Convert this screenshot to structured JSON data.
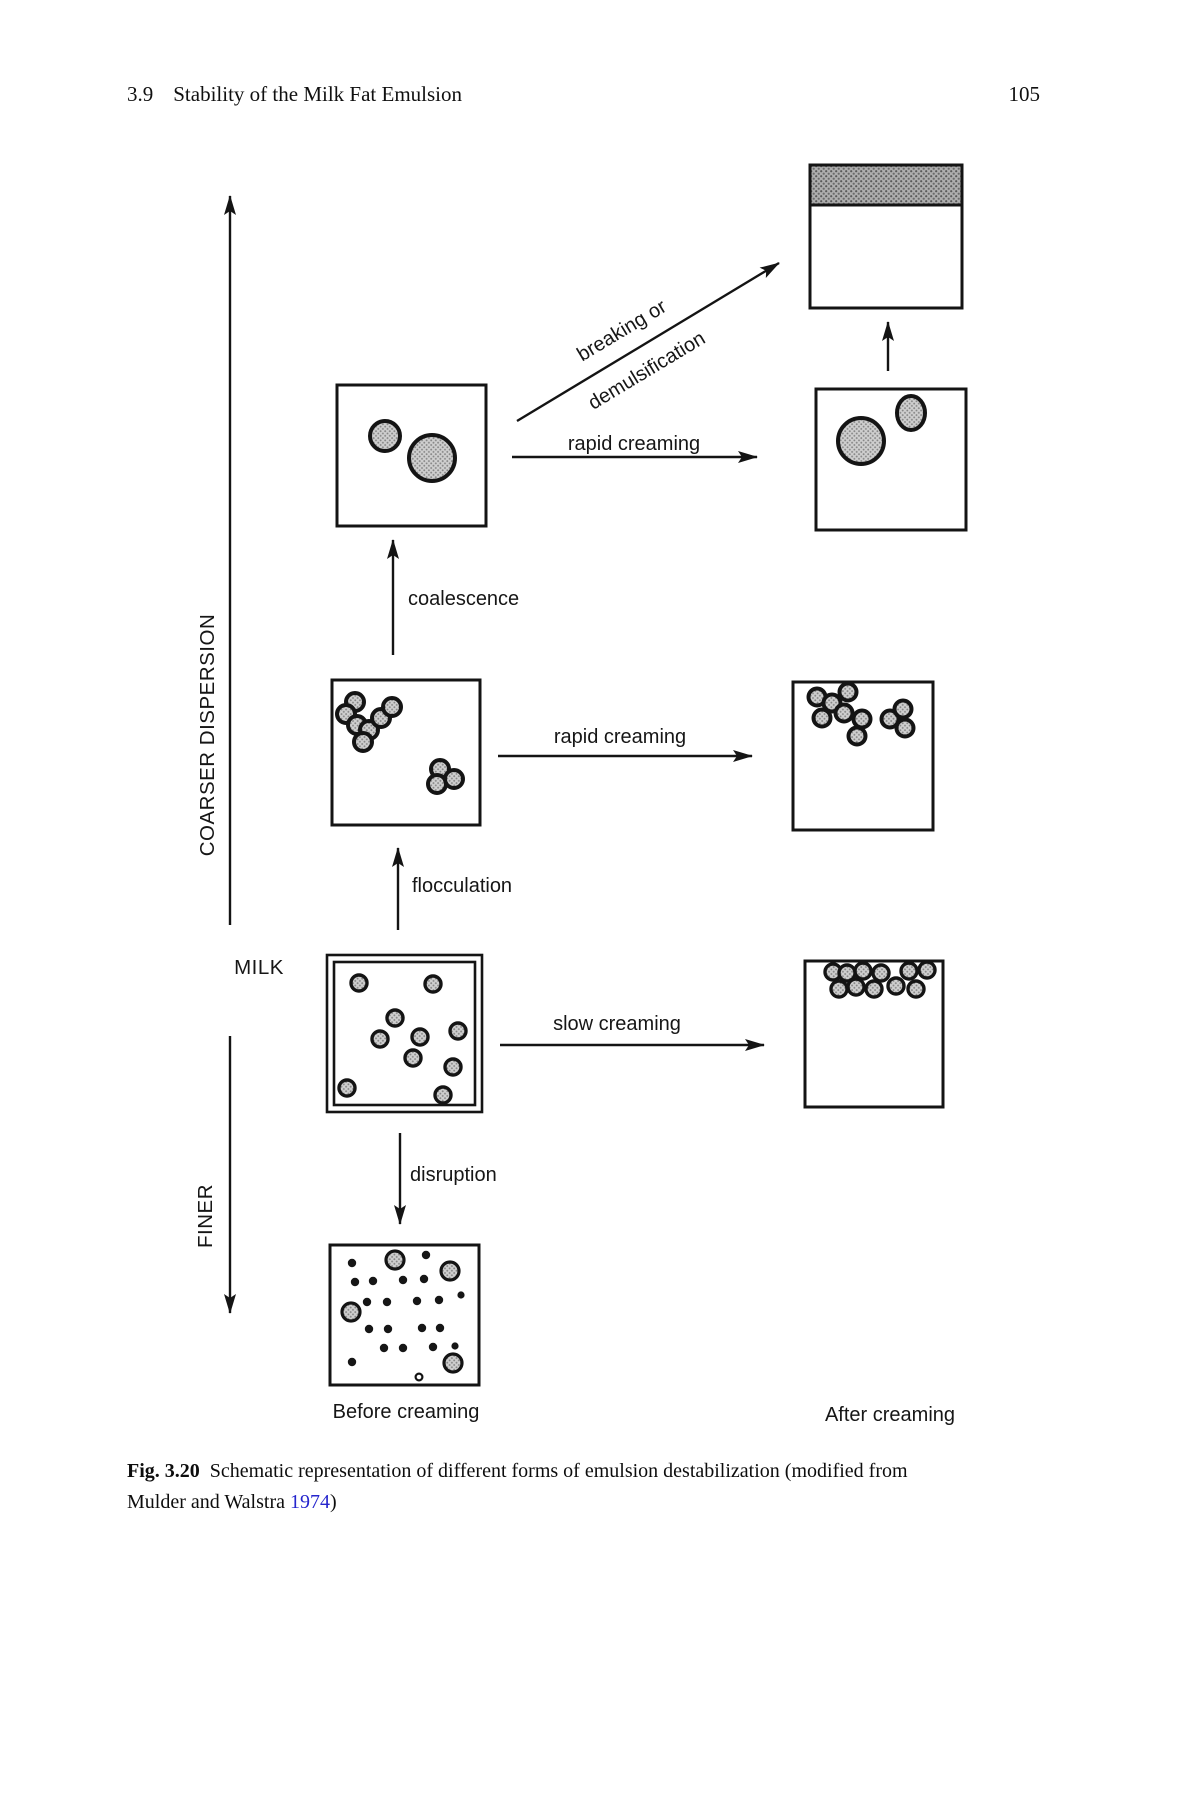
{
  "header": {
    "section_number": "3.9",
    "section_title": "Stability of the Milk Fat Emulsion",
    "page_number": "105"
  },
  "diagram": {
    "axis": {
      "coarser_label": "COARSER DISPERSION",
      "finer_label": "FINER",
      "milk_label": "MILK"
    },
    "labels": {
      "breaking_line1": "breaking or",
      "breaking_line2": "demulsification",
      "rapid_creaming_top": "rapid creaming",
      "coalescence": "coalescence",
      "rapid_creaming_middle": "rapid creaming",
      "flocculation": "flocculation",
      "slow_creaming": "slow creaming",
      "disruption": "disruption",
      "before_creaming": "Before creaming",
      "after_creaming": "After creaming"
    }
  },
  "caption": {
    "figure_label": "Fig. 3.20",
    "line1": "Schematic representation of different forms of emulsion destabilization (modified from",
    "line2_prefix": "Mulder and Walstra ",
    "citation_year": "1974",
    "closing": ")"
  },
  "colors": {
    "citation_link": "#2525cd",
    "cream_band_fill": "#aeaeae",
    "globule_fill": "#cfcfcf",
    "line_ink": "#141414"
  }
}
